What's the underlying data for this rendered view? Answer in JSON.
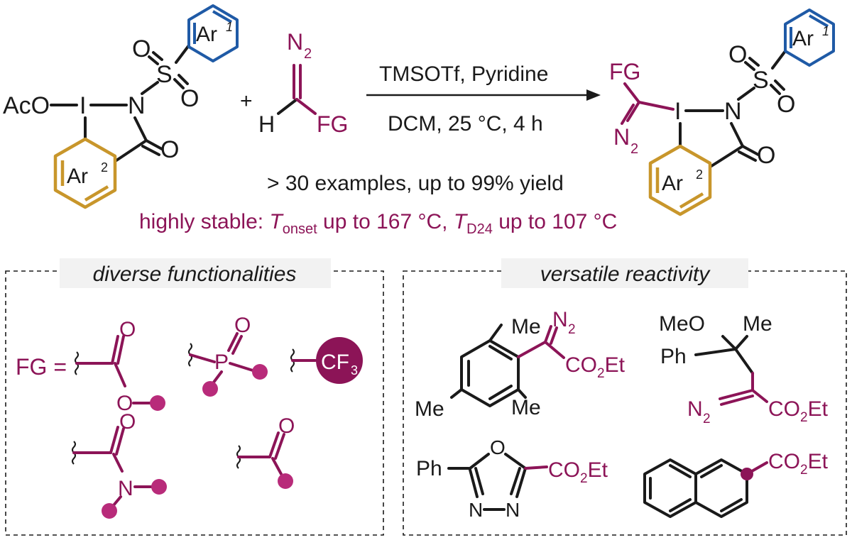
{
  "reactant1": {
    "aco": "AcO",
    "i": "I",
    "n": "N",
    "s": "S",
    "o": "O",
    "ar1": "Ar",
    "ar1_sup": "1",
    "ar2": "Ar",
    "ar2_sup": "2"
  },
  "plus": "+",
  "reactant2": {
    "n2": "N",
    "n2_sub": "2",
    "h": "H",
    "fg": "FG"
  },
  "conditions": {
    "reagents": "TMSOTf, Pyridine",
    "solvent_temp_time": "DCM, 25 °C, 4 h"
  },
  "product": {
    "fg": "FG",
    "n2": "N",
    "n2_sub": "2"
  },
  "scope": "> 30 examples, up to 99% yield",
  "stability": {
    "prefix": "highly stable: ",
    "t1": "T",
    "t1_sub": "onset",
    "mid": " up to 167 °C, ",
    "t2": "T",
    "t2_sub": "D24",
    "suffix": " up to 107 °C"
  },
  "panel_left": {
    "title": "diverse functionalities",
    "fg_label": "FG =",
    "cf3": "CF",
    "cf3_sub": "3",
    "p": "P",
    "n": "N"
  },
  "panel_right": {
    "title": "versatile reactivity",
    "me": "Me",
    "meo": "MeO",
    "ph": "Ph",
    "co2et_a": "CO",
    "co2et_sub": "2",
    "co2et_b": "Et",
    "n2": "N",
    "n2_sub": "2",
    "o": "O",
    "n": "N"
  },
  "colors": {
    "purple": "#8c1457",
    "blue": "#1f5aa6",
    "gold": "#c8962b",
    "black": "#1a1a1a"
  }
}
